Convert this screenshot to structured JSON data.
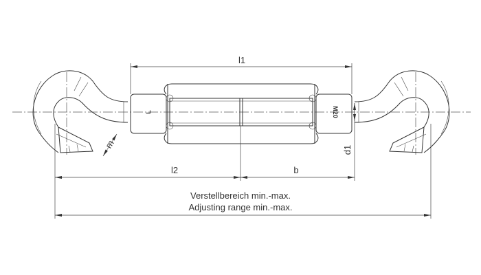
{
  "dimensions": {
    "l1": "l1",
    "l2": "l2",
    "b": "b",
    "m": "m",
    "d1": "d1"
  },
  "body_markings": {
    "left": "L",
    "right": "M20"
  },
  "range_label": {
    "german": "Verstellbereich min.-max.",
    "english": "Adjusting range min.-max."
  },
  "colors": {
    "line": "#333333",
    "background": "#ffffff"
  }
}
